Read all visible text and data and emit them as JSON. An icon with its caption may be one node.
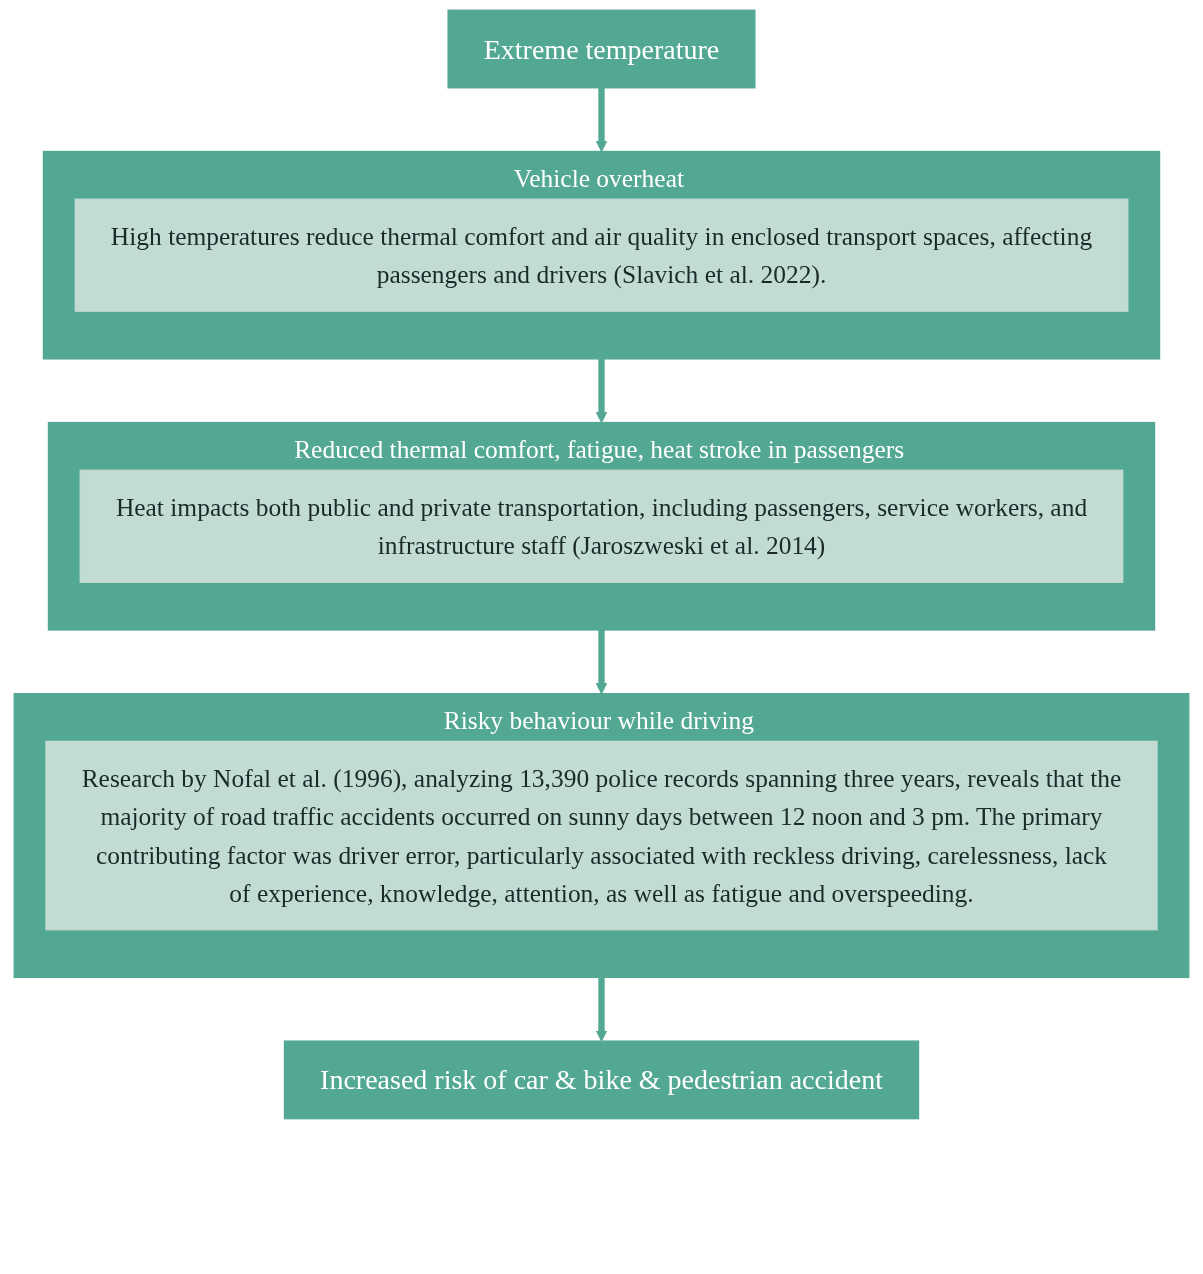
{
  "diagram": {
    "nodes": [
      {
        "text": [
          "Extreme temperature"
        ]
      },
      {
        "text": [
          "Vehicle overheat"
        ]
      },
      {
        "text": [
          "High temperatures reduce thermal comfort and air quality in enclosed transport spaces, affecting passengers and drivers (Slavich et al. 2022)."
        ],
        "in": 1
      },
      {
        "text": [
          "Reduced thermal comfort, fatigue, heat stroke in passengers"
        ]
      },
      {
        "text": [
          "Heat impacts both public and private transportation, including passengers, service workers, and infrastructure staff (Jaroszweski et al. 2014)"
        ],
        "in": 3
      },
      {
        "text": [
          "Risky behaviour while driving"
        ]
      },
      {
        "text": [
          "Research by Nofal et al. (1996), analyzing 13,390 police records spanning three years, reveals that the majority of road traffic accidents occurred on sunny days between 12 noon and 3 pm. The primary contributing factor was driver error, particularly associated with reckless driving, carelessness, lack of experience, knowledge, attention, as well as fatigue and overspeeding."
        ],
        "in": 5
      },
      {
        "text": [
          "Increased risk of car & bike & pedestrian accident"
        ]
      }
    ],
    "edges": [
      {
        "from": 0,
        "to": 1,
        "arrow": "to"
      },
      {
        "from": 1,
        "to": 3,
        "arrow": "to"
      },
      {
        "from": 3,
        "to": 5,
        "arrow": "to"
      },
      {
        "from": 5,
        "to": 7,
        "arrow": "to"
      }
    ]
  }
}
